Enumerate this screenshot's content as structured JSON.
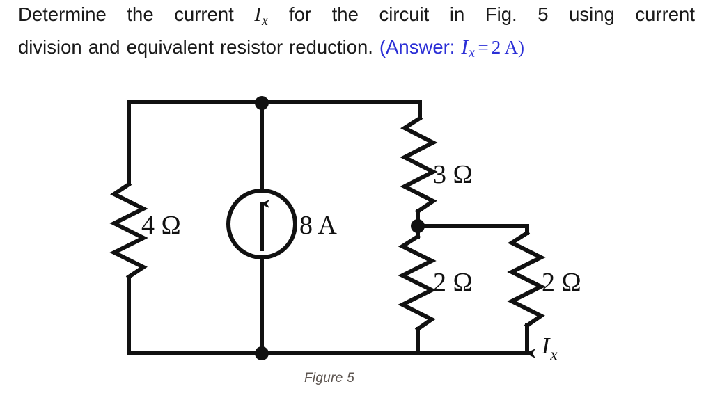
{
  "problem": {
    "line1_words": [
      "Determine",
      "the",
      "current"
    ],
    "var_ix": {
      "symbol": "I",
      "subscript": "x"
    },
    "line1_tail_words": [
      "for",
      "the",
      "circuit",
      "in",
      "Fig.",
      "5",
      "using",
      "current"
    ],
    "line2_words": [
      "division",
      "and",
      "equivalent",
      "resistor",
      "reduction."
    ],
    "answer": {
      "open": "(Answer:",
      "equals": "=",
      "value": "2 A)",
      "color": "#2b2fd6"
    }
  },
  "figure": {
    "caption": "Figure 5",
    "caption_color": "#5d5550",
    "wire_color": "#111111"
  },
  "circuit": {
    "components": [
      {
        "id": "r4",
        "type": "resistor",
        "label_value": "4",
        "label_unit": "Ω",
        "label": "4 Ω"
      },
      {
        "id": "src",
        "type": "current-source",
        "label_value": "8",
        "label_unit": "A",
        "label": "8 A",
        "direction": "up"
      },
      {
        "id": "r3",
        "type": "resistor",
        "label_value": "3",
        "label_unit": "Ω",
        "label": "3 Ω"
      },
      {
        "id": "r2a",
        "type": "resistor",
        "label_value": "2",
        "label_unit": "Ω",
        "label": "2 Ω"
      },
      {
        "id": "r2b",
        "type": "resistor",
        "label_value": "2",
        "label_unit": "Ω",
        "label": "2 Ω"
      }
    ],
    "current_arrow": {
      "symbol": "I",
      "subscript": "x",
      "direction": "down"
    },
    "nodes": 3
  }
}
